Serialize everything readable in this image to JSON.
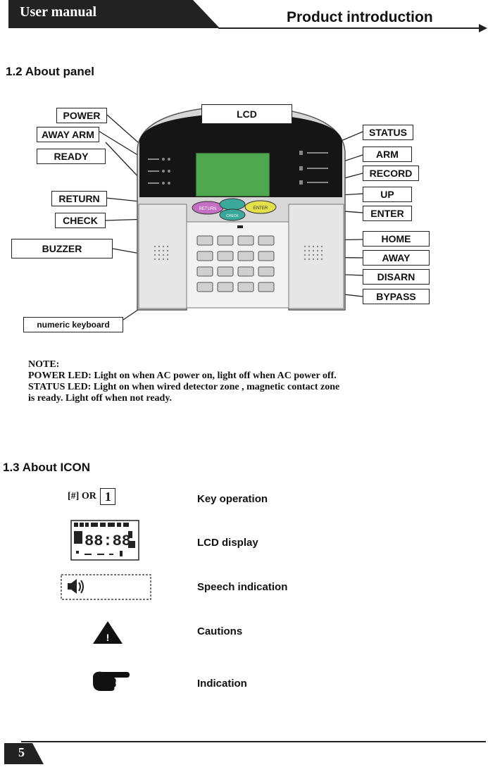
{
  "header": {
    "left_title": "User manual",
    "right_title": "Product introduction"
  },
  "sections": {
    "panel_title": "1.2 About panel",
    "icon_title": "1.3 About ICON"
  },
  "panel_labels": {
    "power": "POWER",
    "away_arm": "AWAY ARM",
    "ready": "READY",
    "lcd": "LCD",
    "status": "STATUS",
    "arm": "ARM",
    "record": "RECORD",
    "return": "RETURN",
    "up": "UP",
    "check": "CHECK",
    "enter": "ENTER",
    "buzzer": "BUZZER",
    "home": "HOME",
    "away": "AWAY",
    "disarn": "DISARN",
    "bypass": "BYPASS",
    "numeric_keyboard": "numeric keyboard"
  },
  "panel_device": {
    "button_return": "RETURN",
    "button_check": "CHECK",
    "button_enter": "ENTER"
  },
  "note": {
    "heading": "NOTE:",
    "line1": "POWER LED: Light on when AC power on, light off when AC power off.",
    "line2": "STATUS LED: Light on when wired detector zone , magnetic contact zone",
    "line3": "is ready. Light off when not ready."
  },
  "icons": {
    "key_prefix": "[#] OR",
    "key_digit": "1",
    "key_operation": "Key operation",
    "lcd_digits": "88:88",
    "lcd_display": "LCD display",
    "speech_indication": "Speech indication",
    "caution_mark": "!",
    "cautions": "Cautions",
    "indication": "Indication"
  },
  "footer": {
    "page_number": "5"
  }
}
